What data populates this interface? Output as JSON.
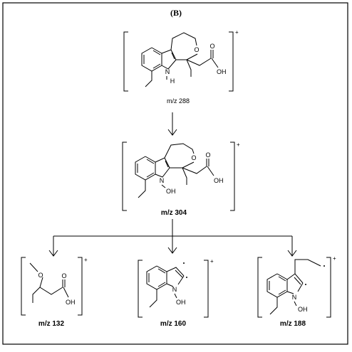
{
  "figure": {
    "panel_label": "(B)",
    "structures": [
      {
        "id": "parent",
        "mz_label": "m/z 288",
        "charge": "+",
        "atoms": {
          "o_ring": "O",
          "oh": "OH",
          "o_carbonyl": "O",
          "n": "N",
          "h": "H"
        }
      },
      {
        "id": "oxidized",
        "mz_label": "m/z 304",
        "charge": "+",
        "atoms": {
          "o_ring": "O",
          "oh": "OH",
          "o_carbonyl": "O",
          "n": "N",
          "n_oh": "OH"
        }
      },
      {
        "id": "fragment-132",
        "mz_label": "m/z 132",
        "charge": "+",
        "atoms": {
          "o_ether": "O",
          "o_carbonyl": "O",
          "oh": "OH"
        }
      },
      {
        "id": "fragment-160",
        "mz_label": "m/z 160",
        "charge": "+",
        "atoms": {
          "n": "N",
          "n_oh": "OH"
        }
      },
      {
        "id": "fragment-188",
        "mz_label": "m/z 188",
        "charge": "+",
        "atoms": {
          "n": "N",
          "n_oh": "OH"
        }
      }
    ]
  }
}
